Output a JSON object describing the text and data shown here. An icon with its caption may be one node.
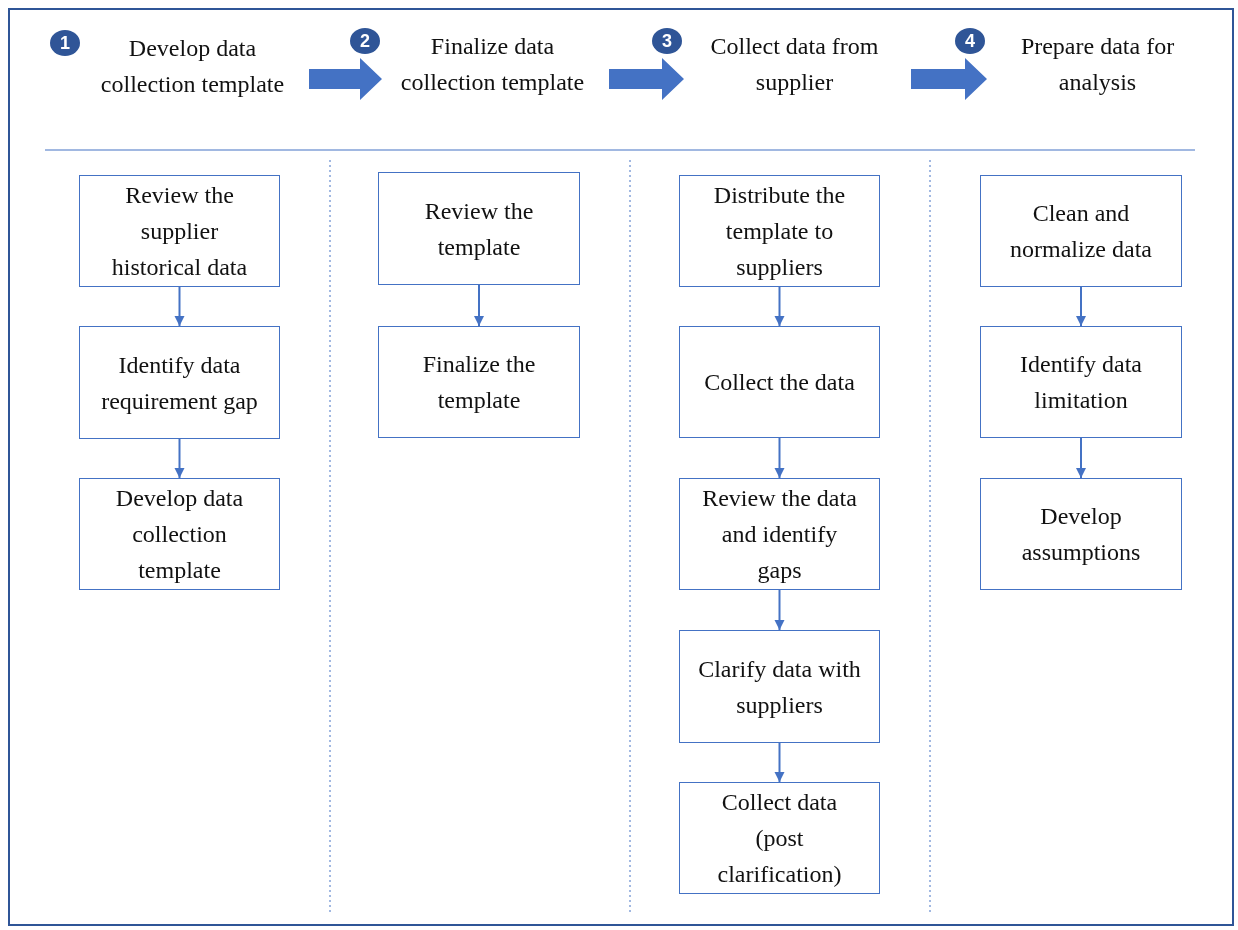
{
  "diagram": {
    "nodes": [
      {
        "text": [
          "1",
          "Develop data collection template"
        ]
      },
      {
        "text": [
          "2",
          "Finalize data collection template"
        ]
      },
      {
        "text": [
          "3",
          "Collect data from supplier"
        ]
      },
      {
        "text": [
          "4",
          "Prepare data for analysis"
        ]
      },
      {
        "text": [
          "Review the supplier historical data"
        ]
      },
      {
        "text": [
          "Identify data requirement gap"
        ]
      },
      {
        "text": [
          "Develop data collection template"
        ]
      },
      {
        "text": [
          "Review the template"
        ]
      },
      {
        "text": [
          "Finalize the template"
        ]
      },
      {
        "text": [
          "Distribute the template to suppliers"
        ]
      },
      {
        "text": [
          "Collect the data"
        ]
      },
      {
        "text": [
          "Review the data and identify gaps"
        ]
      },
      {
        "text": [
          "Clarify data with suppliers"
        ]
      },
      {
        "text": [
          "Collect data (post clarification)"
        ]
      },
      {
        "text": [
          "Clean and normalize data"
        ]
      },
      {
        "text": [
          "Identify data limitation"
        ]
      },
      {
        "text": [
          "Develop assumptions"
        ]
      }
    ],
    "edges": [
      {
        "from": 0,
        "to": 1,
        "arrow": "to",
        "style": "thick"
      },
      {
        "from": 1,
        "to": 2,
        "arrow": "to",
        "style": "thick"
      },
      {
        "from": 2,
        "to": 3,
        "arrow": "to",
        "style": "thick"
      },
      {
        "from": 4,
        "to": 5,
        "arrow": "to"
      },
      {
        "from": 5,
        "to": 6,
        "arrow": "to"
      },
      {
        "from": 7,
        "to": 8,
        "arrow": "to"
      },
      {
        "from": 9,
        "to": 10,
        "arrow": "to"
      },
      {
        "from": 10,
        "to": 11,
        "arrow": "to"
      },
      {
        "from": 11,
        "to": 12,
        "arrow": "to"
      },
      {
        "from": 12,
        "to": 13,
        "arrow": "to"
      },
      {
        "from": 14,
        "to": 15,
        "arrow": "to"
      },
      {
        "from": 15,
        "to": 16,
        "arrow": "to"
      }
    ]
  }
}
